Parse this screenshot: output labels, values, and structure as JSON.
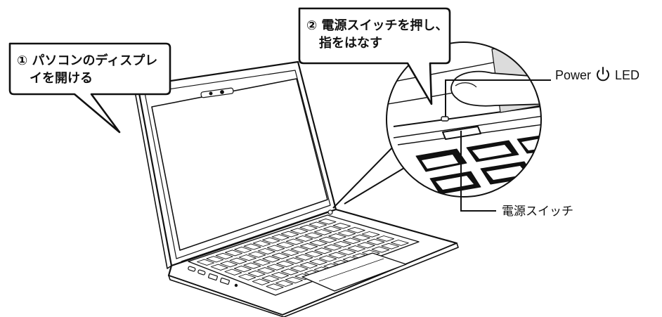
{
  "callouts": {
    "step1": {
      "line1": "① パソコンのディスプレ",
      "line2": "　イを開ける"
    },
    "step2": {
      "line1": "② 電源スイッチを押し、",
      "line2": "　指をはなす"
    }
  },
  "labels": {
    "power_led_prefix": "Power",
    "power_led_suffix": "LED",
    "power_switch": "電源スイッチ"
  },
  "icons": {
    "power_symbol": "power-icon"
  },
  "colors": {
    "ink": "#111111",
    "paper": "#ffffff",
    "gray": "#c9c9c9"
  }
}
